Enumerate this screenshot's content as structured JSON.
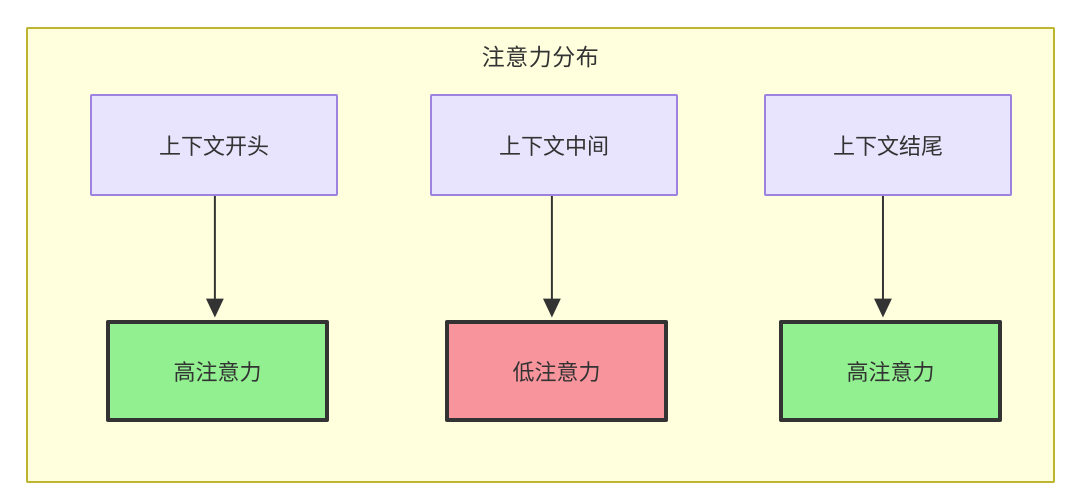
{
  "diagram": {
    "title": "注意力分布",
    "colors": {
      "container_fill": "#ffffdd",
      "container_border": "#bdb430",
      "context_fill": "#e8e4fd",
      "context_border": "#9d82e0",
      "high_attention_fill": "#92f090",
      "low_attention_fill": "#f8949c",
      "node_border_dark": "#333333",
      "edge": "#333333",
      "text": "#333333"
    },
    "context_nodes": [
      {
        "id": "context-start",
        "label": "上下文开头"
      },
      {
        "id": "context-middle",
        "label": "上下文中间"
      },
      {
        "id": "context-end",
        "label": "上下文结尾"
      }
    ],
    "attention_nodes": [
      {
        "id": "attention-start",
        "label": "高注意力",
        "level": "high"
      },
      {
        "id": "attention-middle",
        "label": "低注意力",
        "level": "low"
      },
      {
        "id": "attention-end",
        "label": "高注意力",
        "level": "high"
      }
    ],
    "edges": [
      {
        "from": "上下文开头",
        "to": "高注意力"
      },
      {
        "from": "上下文中间",
        "to": "低注意力"
      },
      {
        "from": "上下文结尾",
        "to": "高注意力"
      }
    ]
  }
}
